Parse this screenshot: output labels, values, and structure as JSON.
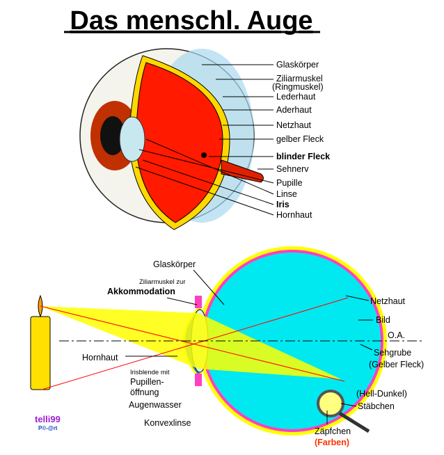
{
  "title": "Das menschl. Auge",
  "top_labels": [
    "Glaskörper",
    "Ziliarmuskel",
    "(Ringmuskel)",
    "Lederhaut",
    "Aderhaut",
    "Netzhaut",
    "gelber Fleck",
    "blinder Fleck",
    "Sehnerv",
    "Pupille",
    "Linse",
    "Iris",
    "Hornhaut"
  ],
  "bottom_labels": {
    "glaskoerper": "Glaskörper",
    "ziliar_small": "Ziliarmuskel zur",
    "akkommodation": "Akkommodation",
    "hornhaut": "Hornhaut",
    "irisblende": "Irisblende mit",
    "pupillen": "Pupillen-",
    "oeffnung": "öffnung",
    "augenwasser": "Augenwasser",
    "konvexlinse": "Konvexlinse",
    "netzhaut": "Netzhaut",
    "bild": "Bild",
    "oa": "O.A.",
    "sehgrube": "Sehgrube",
    "gelber_fleck": "(Gelber Fleck)",
    "hell_dunkel": "(Hell-Dunkel)",
    "staebchen": "Stäbchen",
    "zaepfchen": "Zäpfchen",
    "farben": "(Farben)"
  },
  "logo": {
    "name": "telli99",
    "sub": "P©-@rt"
  },
  "colors": {
    "red": "#ff1a00",
    "cyan": "#00e8f0",
    "yellow": "#ffff00",
    "pink": "#ff40c0"
  }
}
